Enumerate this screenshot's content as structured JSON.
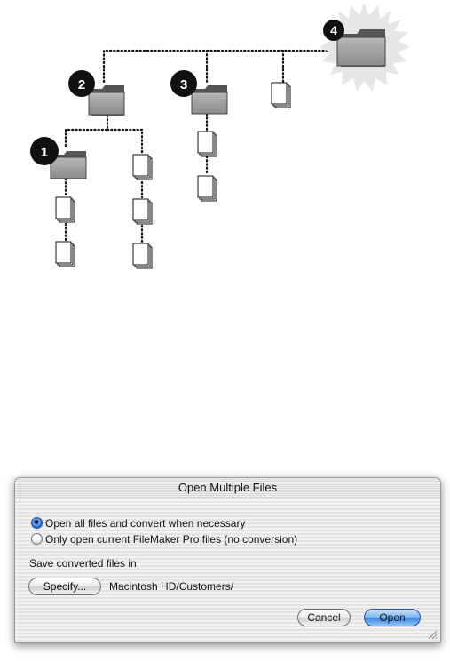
{
  "diagram": {
    "markers": [
      "1",
      "2",
      "3",
      "4"
    ]
  },
  "dialog": {
    "title": "Open Multiple Files",
    "options": [
      {
        "label": "Open all files and convert when necessary",
        "selected": true
      },
      {
        "label": "Only open current FileMaker Pro files (no conversion)",
        "selected": false
      }
    ],
    "save_label": "Save converted files in",
    "specify_label": "Specify...",
    "path": "Macintosh HD/Customers/",
    "cancel_label": "Cancel",
    "open_label": "Open"
  }
}
